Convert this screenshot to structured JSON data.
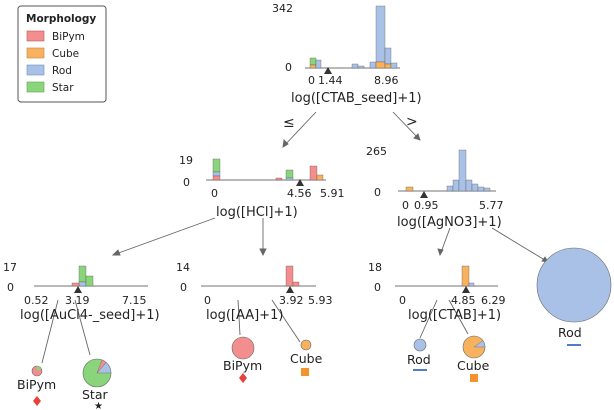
{
  "legend": {
    "title": "Morphology",
    "items": [
      {
        "label": "BiPym",
        "color": "#f28e8e"
      },
      {
        "label": "Cube",
        "color": "#f7b15f"
      },
      {
        "label": "Rod",
        "color": "#a9c1e6"
      },
      {
        "label": "Star",
        "color": "#8ad47c"
      }
    ]
  },
  "edge_labels": {
    "left": "≤",
    "right": ">"
  },
  "nodes": {
    "root": {
      "feature": "log([CTAB_seed]+1)",
      "ymax": "342",
      "ymin": "0",
      "min": "0",
      "threshold": "1.44",
      "max": "8.96"
    },
    "hcl": {
      "feature": "log([HCl]+1)",
      "ymax": "19",
      "ymin": "0",
      "min": "0",
      "threshold": "4.56",
      "max": "5.91"
    },
    "agno3": {
      "feature": "log([AgNO3]+1)",
      "ymax": "265",
      "ymin": "0",
      "min": "0",
      "threshold": "0.95",
      "max": "5.77"
    },
    "aucl4": {
      "feature": "log([AuCl4-_seed]+1)",
      "ymax": "17",
      "ymin": "0",
      "min": "0.52",
      "threshold": "3.19",
      "max": "7.15"
    },
    "aa": {
      "feature": "log([AA]+1)",
      "ymax": "14",
      "ymin": "0",
      "min": "0",
      "threshold": "3.92",
      "max": "5.93"
    },
    "ctab": {
      "feature": "log([CTAB]+1)",
      "ymax": "18",
      "ymin": "0",
      "min": "0",
      "threshold": "4.85",
      "max": "6.29"
    }
  },
  "leaves": {
    "l1": {
      "label": "BiPym",
      "marker_color": "#e8413a"
    },
    "l2": {
      "label": "Star",
      "marker_color": "#5ab84a"
    },
    "l3": {
      "label": "BiPym",
      "marker_color": "#e8413a"
    },
    "l4": {
      "label": "Cube",
      "marker_color": "#f2932e"
    },
    "l5": {
      "label": "Rod",
      "marker_color": "#4f7fc0"
    },
    "l6": {
      "label": "Cube",
      "marker_color": "#f2932e"
    },
    "l7": {
      "label": "Rod",
      "marker_color": "#4f7fc0"
    }
  }
}
